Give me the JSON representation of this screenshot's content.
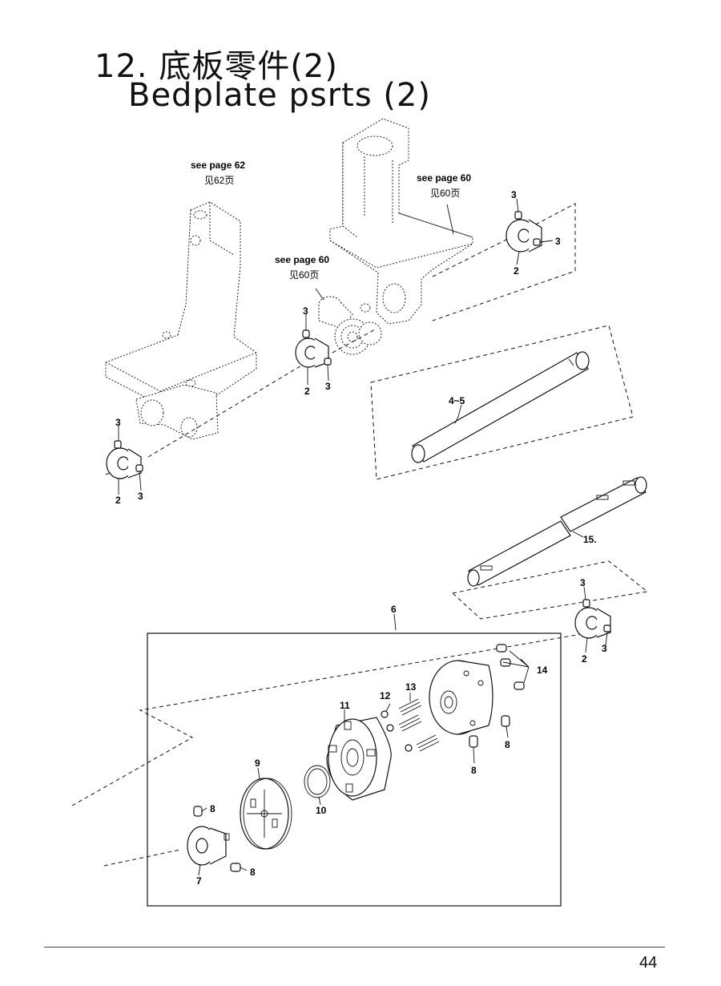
{
  "header": {
    "title_cn": "12. 底板零件(2)",
    "title_en": "Bedplate psrts (2)"
  },
  "refs": {
    "left": {
      "en": "see page 62",
      "cn": "见62页"
    },
    "middle": {
      "en": "see page 60",
      "cn": "见60页"
    },
    "right": {
      "en": "see page 60",
      "cn": "见60页"
    }
  },
  "callouts": {
    "p2": "2",
    "p3": "3",
    "p4_5": "4~5",
    "p6": "6",
    "p7": "7",
    "p8": "8",
    "p9": "9",
    "p10": "10",
    "p11": "11",
    "p12": "12",
    "p13": "13",
    "p14": "14",
    "p15": "15."
  },
  "footer": {
    "page_number": "44"
  }
}
